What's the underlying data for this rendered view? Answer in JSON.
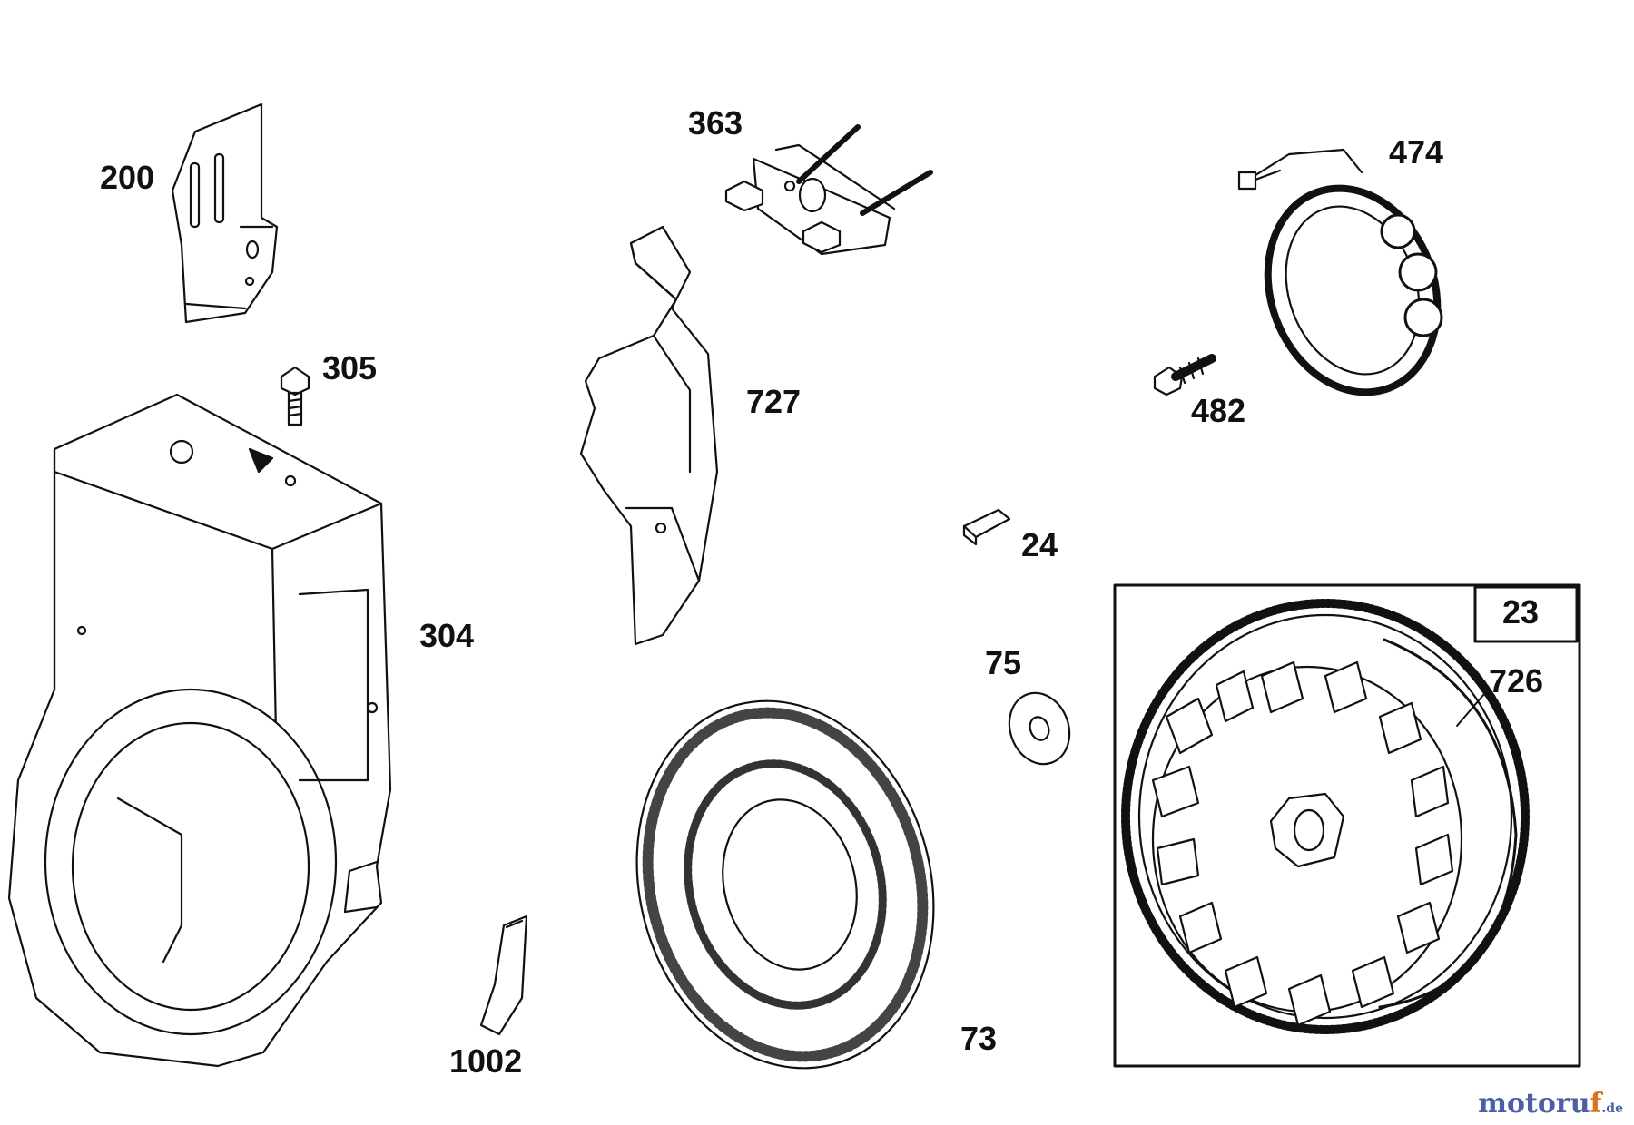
{
  "callouts": {
    "p200": "200",
    "p363": "363",
    "p474": "474",
    "p305": "305",
    "p727": "727",
    "p482": "482",
    "p24": "24",
    "p304": "304",
    "p75": "75",
    "p23": "23",
    "p726": "726",
    "p1002": "1002",
    "p73": "73"
  },
  "watermark": {
    "main": "motoru",
    "accent": "f",
    "tld": ".de"
  },
  "colors": {
    "ink": "#111111",
    "watermark_blue": "#4a5fa8",
    "watermark_orange": "#d9731f"
  }
}
